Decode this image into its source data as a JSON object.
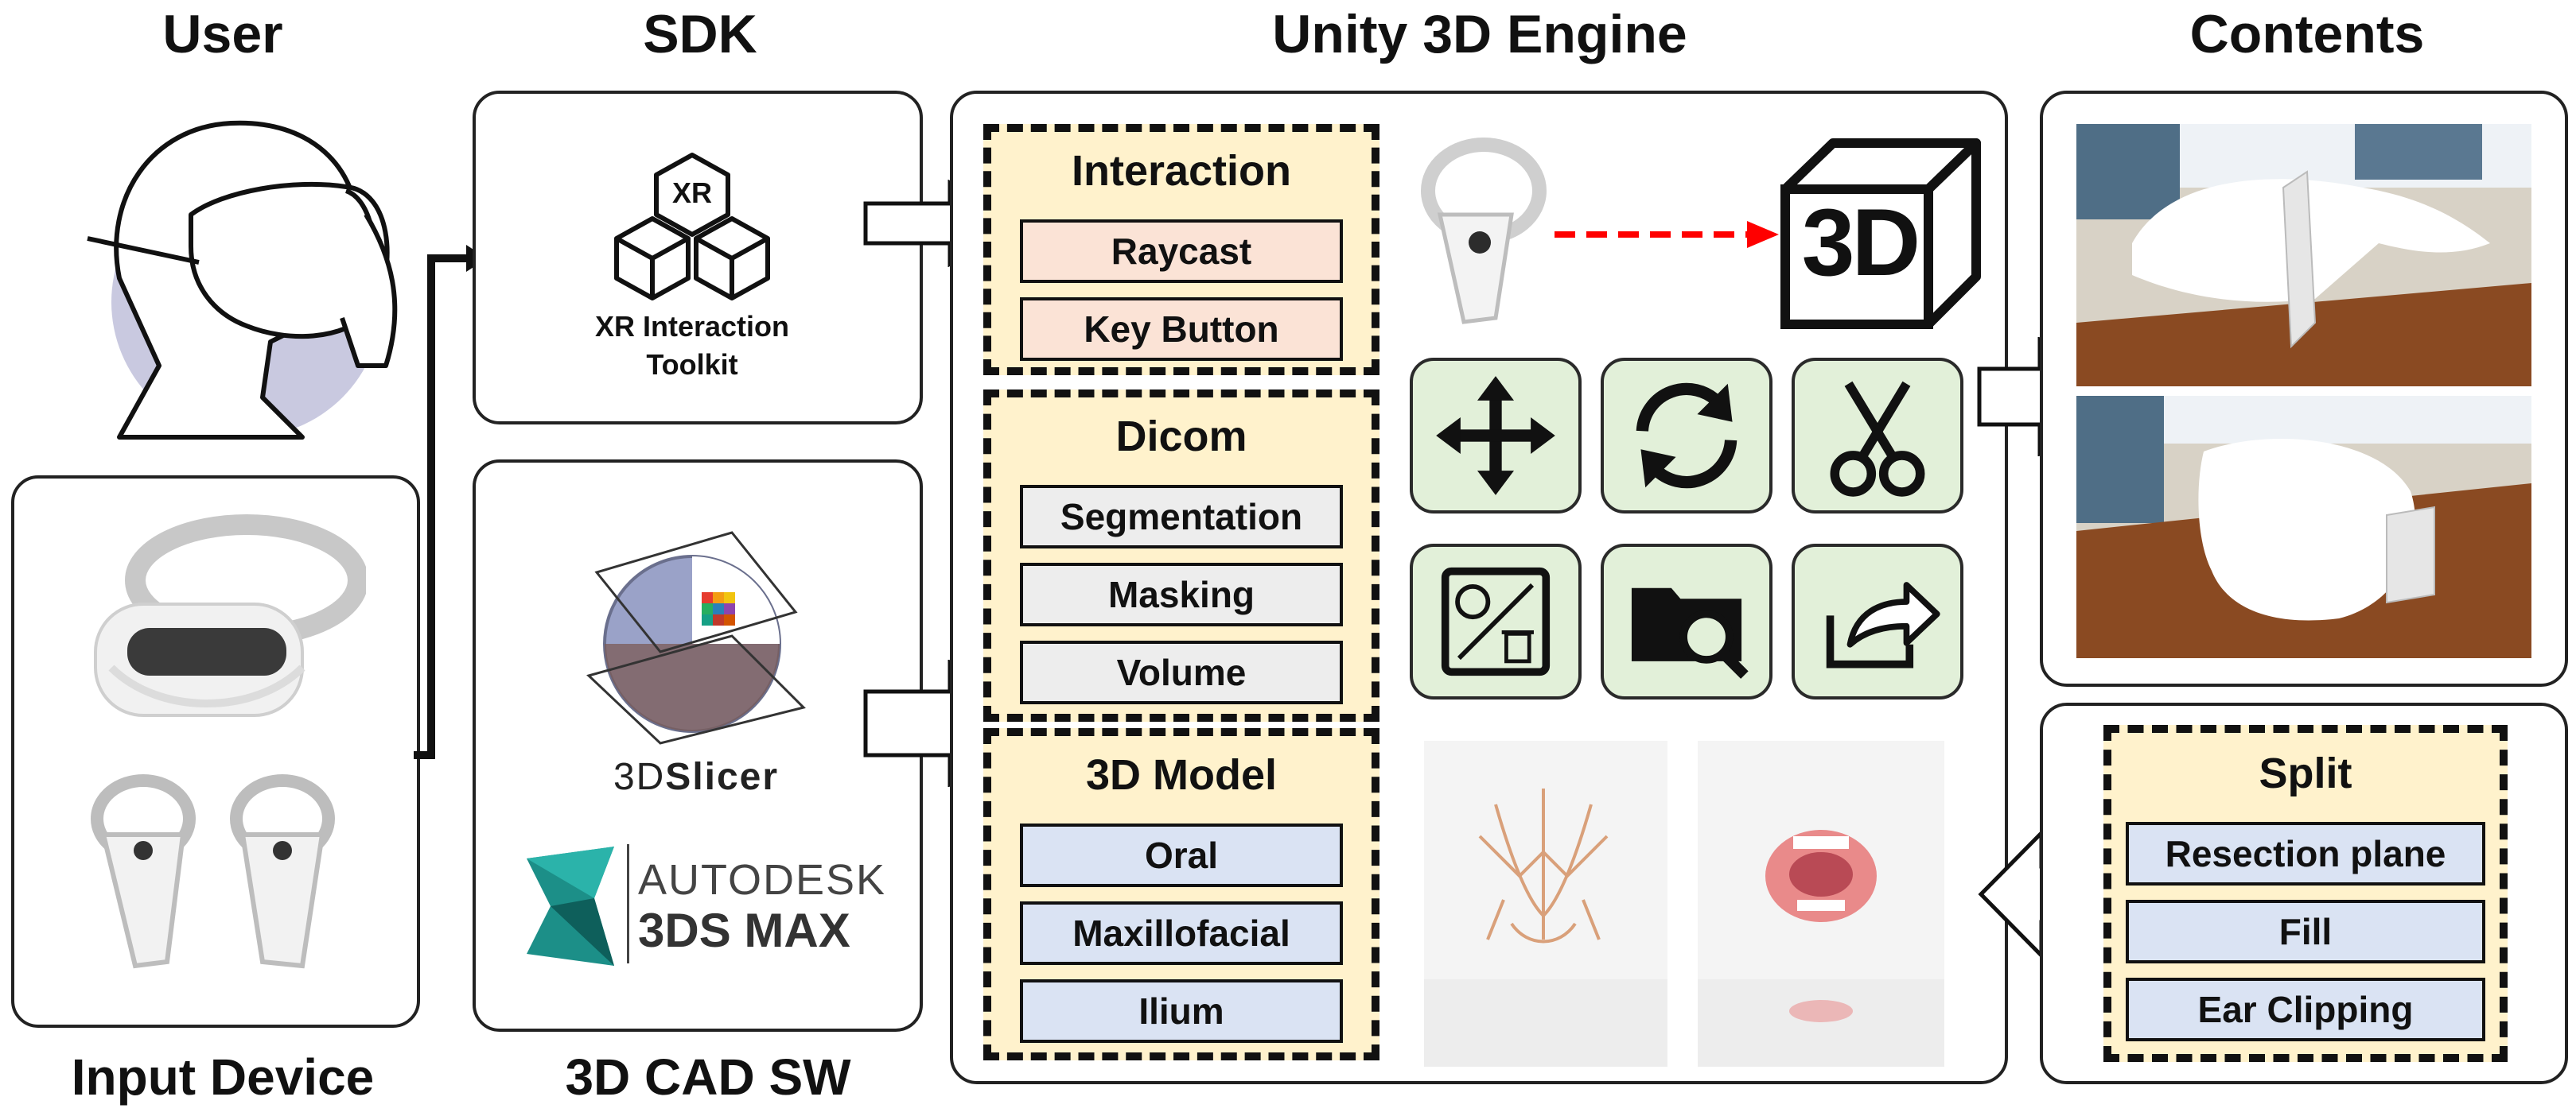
{
  "columns": {
    "user": "User",
    "sdk": "SDK",
    "engine": "Unity 3D Engine",
    "contents": "Contents",
    "input_device": "Input Device",
    "cad_sw": "3D CAD SW"
  },
  "sdk": {
    "xr_badge": "XR",
    "xr_line1": "XR Interaction",
    "xr_line2": "Toolkit",
    "slicer_prefix": "3D",
    "slicer_suffix": "Slicer",
    "autodesk": "AUTODESK",
    "max": "3DS MAX"
  },
  "interaction": {
    "title": "Interaction",
    "items": [
      "Raycast",
      "Key Button"
    ]
  },
  "dicom": {
    "title": "Dicom",
    "items": [
      "Segmentation",
      "Masking",
      "Volume"
    ]
  },
  "model": {
    "title": "3D Model",
    "items": [
      "Oral",
      "Maxillofacial",
      "Ilium"
    ]
  },
  "split": {
    "title": "Split",
    "items": [
      "Resection plane",
      "Fill",
      "Ear Clipping"
    ]
  },
  "engine": {
    "cube_label": "3D"
  },
  "tools": [
    "move-icon",
    "rotate-icon",
    "scissors-icon",
    "edit-delete-icon",
    "folder-search-icon",
    "export-icon"
  ],
  "colors": {
    "section_bg": "#fff2cc",
    "interaction_item": "#fbe3d6",
    "dicom_item": "#ededed",
    "model_item": "#dae3f3",
    "tool_tile": "#e2f0d9",
    "dashed_arrow": "#ff0000"
  }
}
